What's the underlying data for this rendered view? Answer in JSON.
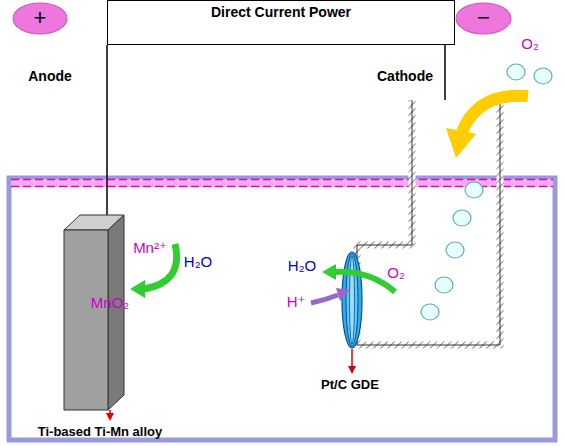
{
  "diagram": {
    "nodes": [
      {
        "text": [
          "Direct Current Power"
        ]
      },
      {
        "text": [
          "+"
        ]
      },
      {
        "text": [
          "−"
        ]
      }
    ],
    "labels": [
      "Anode",
      "Cathode",
      "Mn²⁺",
      "H₂O",
      "MnO₂",
      "H₂O",
      "O₂",
      "H⁺",
      "O₂",
      "Pt/C GDE",
      "Ti-based Ti-Mn alloy"
    ]
  }
}
